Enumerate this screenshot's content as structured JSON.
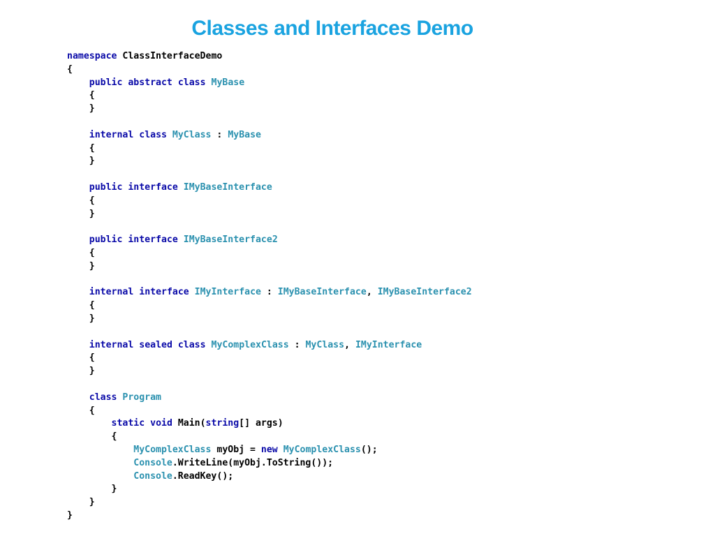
{
  "slide": {
    "title": "Classes and Interfaces Demo"
  },
  "colors": {
    "title": "#1aa3e0",
    "keyword": "#0a0aa8",
    "type": "#2b91af",
    "plain": "#000000"
  },
  "code": {
    "language": "C#",
    "lines": [
      {
        "tokens": [
          {
            "t": "kw",
            "v": "namespace"
          },
          {
            "t": "pl",
            "v": " ClassInterfaceDemo"
          }
        ]
      },
      {
        "tokens": [
          {
            "t": "pl",
            "v": "{"
          }
        ]
      },
      {
        "tokens": [
          {
            "t": "pl",
            "v": "    "
          },
          {
            "t": "kw",
            "v": "public"
          },
          {
            "t": "pl",
            "v": " "
          },
          {
            "t": "kw",
            "v": "abstract"
          },
          {
            "t": "pl",
            "v": " "
          },
          {
            "t": "kw",
            "v": "class"
          },
          {
            "t": "pl",
            "v": " "
          },
          {
            "t": "ty",
            "v": "MyBase"
          }
        ]
      },
      {
        "tokens": [
          {
            "t": "pl",
            "v": "    {"
          }
        ]
      },
      {
        "tokens": [
          {
            "t": "pl",
            "v": "    }"
          }
        ]
      },
      {
        "tokens": [
          {
            "t": "pl",
            "v": ""
          }
        ]
      },
      {
        "tokens": [
          {
            "t": "pl",
            "v": "    "
          },
          {
            "t": "kw",
            "v": "internal"
          },
          {
            "t": "pl",
            "v": " "
          },
          {
            "t": "kw",
            "v": "class"
          },
          {
            "t": "pl",
            "v": " "
          },
          {
            "t": "ty",
            "v": "MyClass"
          },
          {
            "t": "pl",
            "v": " : "
          },
          {
            "t": "ty",
            "v": "MyBase"
          }
        ]
      },
      {
        "tokens": [
          {
            "t": "pl",
            "v": "    {"
          }
        ]
      },
      {
        "tokens": [
          {
            "t": "pl",
            "v": "    }"
          }
        ]
      },
      {
        "tokens": [
          {
            "t": "pl",
            "v": ""
          }
        ]
      },
      {
        "tokens": [
          {
            "t": "pl",
            "v": "    "
          },
          {
            "t": "kw",
            "v": "public"
          },
          {
            "t": "pl",
            "v": " "
          },
          {
            "t": "kw",
            "v": "interface"
          },
          {
            "t": "pl",
            "v": " "
          },
          {
            "t": "ty",
            "v": "IMyBaseInterface"
          }
        ]
      },
      {
        "tokens": [
          {
            "t": "pl",
            "v": "    {"
          }
        ]
      },
      {
        "tokens": [
          {
            "t": "pl",
            "v": "    }"
          }
        ]
      },
      {
        "tokens": [
          {
            "t": "pl",
            "v": ""
          }
        ]
      },
      {
        "tokens": [
          {
            "t": "pl",
            "v": "    "
          },
          {
            "t": "kw",
            "v": "public"
          },
          {
            "t": "pl",
            "v": " "
          },
          {
            "t": "kw",
            "v": "interface"
          },
          {
            "t": "pl",
            "v": " "
          },
          {
            "t": "ty",
            "v": "IMyBaseInterface2"
          }
        ]
      },
      {
        "tokens": [
          {
            "t": "pl",
            "v": "    {"
          }
        ]
      },
      {
        "tokens": [
          {
            "t": "pl",
            "v": "    }"
          }
        ]
      },
      {
        "tokens": [
          {
            "t": "pl",
            "v": ""
          }
        ]
      },
      {
        "tokens": [
          {
            "t": "pl",
            "v": "    "
          },
          {
            "t": "kw",
            "v": "internal"
          },
          {
            "t": "pl",
            "v": " "
          },
          {
            "t": "kw",
            "v": "interface"
          },
          {
            "t": "pl",
            "v": " "
          },
          {
            "t": "ty",
            "v": "IMyInterface"
          },
          {
            "t": "pl",
            "v": " : "
          },
          {
            "t": "ty",
            "v": "IMyBaseInterface"
          },
          {
            "t": "pl",
            "v": ", "
          },
          {
            "t": "ty",
            "v": "IMyBaseInterface2"
          }
        ]
      },
      {
        "tokens": [
          {
            "t": "pl",
            "v": "    {"
          }
        ]
      },
      {
        "tokens": [
          {
            "t": "pl",
            "v": "    }"
          }
        ]
      },
      {
        "tokens": [
          {
            "t": "pl",
            "v": ""
          }
        ]
      },
      {
        "tokens": [
          {
            "t": "pl",
            "v": "    "
          },
          {
            "t": "kw",
            "v": "internal"
          },
          {
            "t": "pl",
            "v": " "
          },
          {
            "t": "kw",
            "v": "sealed"
          },
          {
            "t": "pl",
            "v": " "
          },
          {
            "t": "kw",
            "v": "class"
          },
          {
            "t": "pl",
            "v": " "
          },
          {
            "t": "ty",
            "v": "MyComplexClass"
          },
          {
            "t": "pl",
            "v": " : "
          },
          {
            "t": "ty",
            "v": "MyClass"
          },
          {
            "t": "pl",
            "v": ", "
          },
          {
            "t": "ty",
            "v": "IMyInterface"
          }
        ]
      },
      {
        "tokens": [
          {
            "t": "pl",
            "v": "    {"
          }
        ]
      },
      {
        "tokens": [
          {
            "t": "pl",
            "v": "    }"
          }
        ]
      },
      {
        "tokens": [
          {
            "t": "pl",
            "v": ""
          }
        ]
      },
      {
        "tokens": [
          {
            "t": "pl",
            "v": "    "
          },
          {
            "t": "kw",
            "v": "class"
          },
          {
            "t": "pl",
            "v": " "
          },
          {
            "t": "ty",
            "v": "Program"
          }
        ]
      },
      {
        "tokens": [
          {
            "t": "pl",
            "v": "    {"
          }
        ]
      },
      {
        "tokens": [
          {
            "t": "pl",
            "v": "        "
          },
          {
            "t": "kw",
            "v": "static"
          },
          {
            "t": "pl",
            "v": " "
          },
          {
            "t": "kw",
            "v": "void"
          },
          {
            "t": "pl",
            "v": " Main("
          },
          {
            "t": "kw",
            "v": "string"
          },
          {
            "t": "pl",
            "v": "[] args)"
          }
        ]
      },
      {
        "tokens": [
          {
            "t": "pl",
            "v": "        {"
          }
        ]
      },
      {
        "tokens": [
          {
            "t": "pl",
            "v": "            "
          },
          {
            "t": "ty",
            "v": "MyComplexClass"
          },
          {
            "t": "pl",
            "v": " myObj = "
          },
          {
            "t": "kw",
            "v": "new"
          },
          {
            "t": "pl",
            "v": " "
          },
          {
            "t": "ty",
            "v": "MyComplexClass"
          },
          {
            "t": "pl",
            "v": "();"
          }
        ]
      },
      {
        "tokens": [
          {
            "t": "pl",
            "v": "            "
          },
          {
            "t": "ty",
            "v": "Console"
          },
          {
            "t": "pl",
            "v": ".WriteLine(myObj.ToString());"
          }
        ]
      },
      {
        "tokens": [
          {
            "t": "pl",
            "v": "            "
          },
          {
            "t": "ty",
            "v": "Console"
          },
          {
            "t": "pl",
            "v": ".ReadKey();"
          }
        ]
      },
      {
        "tokens": [
          {
            "t": "pl",
            "v": "        }"
          }
        ]
      },
      {
        "tokens": [
          {
            "t": "pl",
            "v": "    }"
          }
        ]
      },
      {
        "tokens": [
          {
            "t": "pl",
            "v": "}"
          }
        ]
      }
    ]
  }
}
